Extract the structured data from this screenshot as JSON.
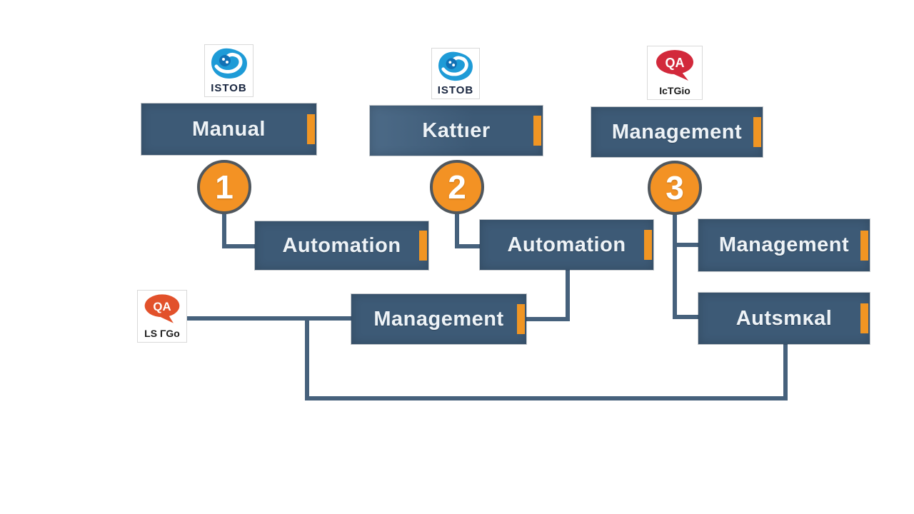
{
  "logos": {
    "istqb1": {
      "caption": "ISTOB"
    },
    "istqb2": {
      "caption": "ISTOB"
    },
    "qa3": {
      "badge": "QA",
      "caption": "IcTGio"
    },
    "qaLeft": {
      "badge": "QA",
      "caption": "LS ΓGo"
    }
  },
  "steps": {
    "one": "1",
    "two": "2",
    "three": "3"
  },
  "boxes": {
    "manual": "Manual",
    "kattier": "Kattıer",
    "managementTop": "Management",
    "automation1": "Automation",
    "automation2": "Automation",
    "managementRight": "Management",
    "managementMid": "Management",
    "autsmkal": "Autsmĸal"
  },
  "colors": {
    "box_fill": "#3d5a76",
    "accent_orange": "#f09523",
    "circle_fill": "#f39224",
    "circle_border": "#50575d",
    "connector": "#46617c",
    "box_text": "#eef3f7",
    "logo_blue": "#1e9bd7",
    "logo_red": "#d2293b",
    "logo_orange_red": "#e2512b",
    "background": "#ffffff"
  }
}
